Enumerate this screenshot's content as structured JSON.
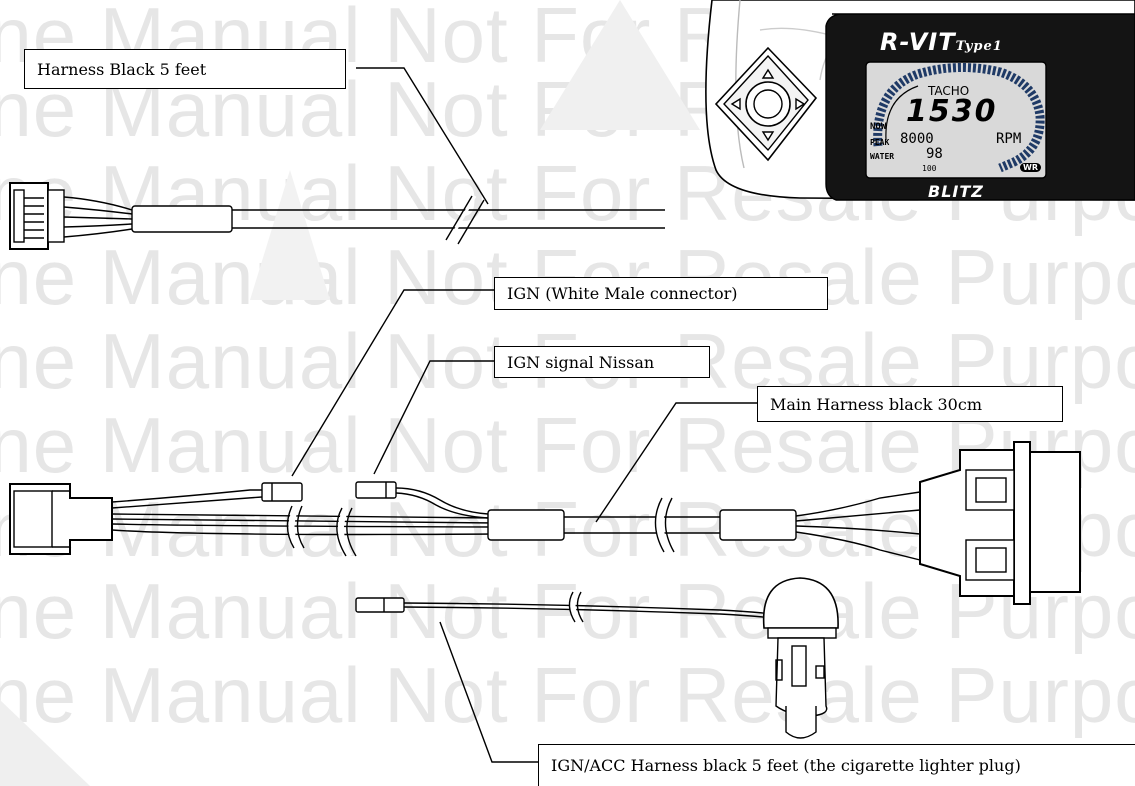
{
  "watermark": {
    "line_text": "ine Manual Not For Resale Purpos",
    "lines": [
      "ine Manual Not For Resale Purpos",
      "ine Manual Not For Resale Purpos",
      "ine Manual Not For Resale Purpos",
      "ine Manual Not For Resale Purpos",
      "ine Manual Not For Resale Purpos",
      "ine Manual Not For Resale Purpos",
      "ine Manual Not For Resale Purpos",
      "ine Manual Not For Resale Purpos",
      "ine Manual Not For Resale Purpos"
    ]
  },
  "callouts": {
    "harness_top": "Harness Black 5 feet",
    "ign_white": "IGN (White Male connector)",
    "ign_nissan": "IGN signal Nissan",
    "main_harness": "Main Harness black 30cm",
    "ign_acc": "IGN/ACC Harness black 5 feet (the cigarette lighter plug)"
  },
  "device": {
    "model": "R-VIT",
    "model_type": "Type1",
    "brand": "BLITZ",
    "mode": "TACHO",
    "big_value": "1530",
    "now_label": "NOW",
    "peak_label": "PEAK",
    "peak_value": "8000",
    "unit": "RPM",
    "water_label": "WATER",
    "water_value": "98",
    "scale_label": "100",
    "badge": "WR"
  },
  "colors": {
    "line": "#000000",
    "watermark": "#e6e6e6",
    "screen": "#111111",
    "lcd": "#d9d9d9"
  }
}
